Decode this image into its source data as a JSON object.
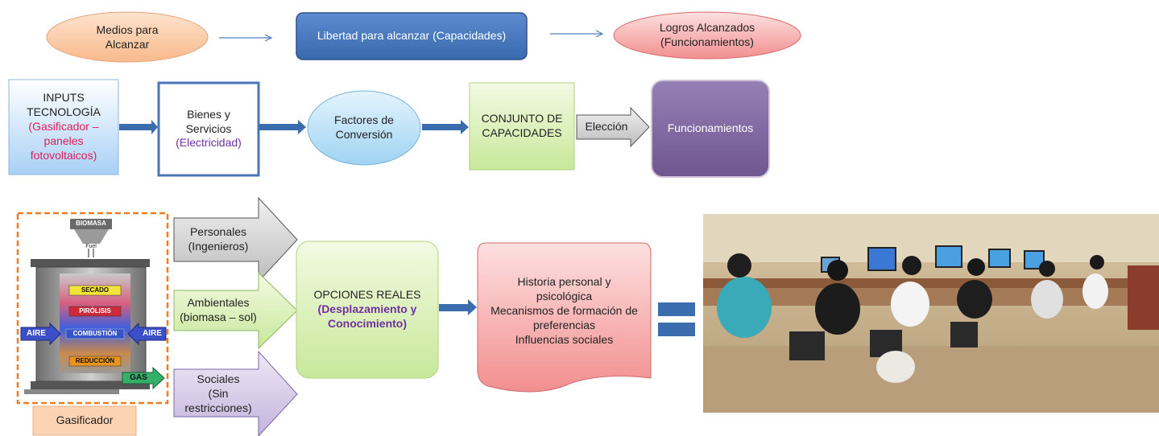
{
  "top_row": {
    "medios": [
      "Medios para",
      "Alcanzar"
    ],
    "libertad": "Libertad para alcanzar (Capacidades)",
    "logros": [
      "Logros Alcanzados",
      "(Funcionamientos)"
    ]
  },
  "flow_row": {
    "inputs": [
      "INPUTS",
      "TECNOLOGÍA",
      "(Gasificador –",
      "paneles",
      "fotovoltaicos)"
    ],
    "bienes": [
      "Bienes y",
      "Servicios",
      "(Electricidad)"
    ],
    "factores": [
      "Factores de",
      "Conversión"
    ],
    "conjunto": [
      "CONJUNTO DE",
      "CAPACIDADES"
    ],
    "eleccion": "Elección",
    "funcionamientos": "Funcionamientos"
  },
  "bottom_row": {
    "gasifier": {
      "labels": [
        "BIOMASA",
        "Fuel",
        "SECADO",
        "PIRÓLISIS",
        "COMBUSTIÓN",
        "REDUCCIÓN",
        "AIRE",
        "AIRE",
        "GAS"
      ],
      "caption": "Gasificador"
    },
    "personales": [
      "Personales",
      "(Ingenieros)"
    ],
    "ambientales": [
      "Ambientales",
      "(biomasa – sol)"
    ],
    "sociales": [
      "Sociales",
      "(Sin",
      "restricciones)"
    ],
    "opciones": [
      "OPCIONES REALES",
      "(Desplazamiento y",
      "Conocimiento)"
    ],
    "historia": [
      "Historia personal y",
      "psicológica",
      "Mecanismos de formación de",
      "preferencias",
      "Influencias sociales"
    ]
  },
  "colors": {
    "arrow_blue": "#3a6cae",
    "box_blue": "#4a76b8",
    "purple_box": "#8064a2",
    "green_fill": "#e6f4c8",
    "pink_fill": "#f8c8c8",
    "orange_ellipse": "#fcd4b4",
    "light_blue_fill": "#c4e4f8"
  }
}
